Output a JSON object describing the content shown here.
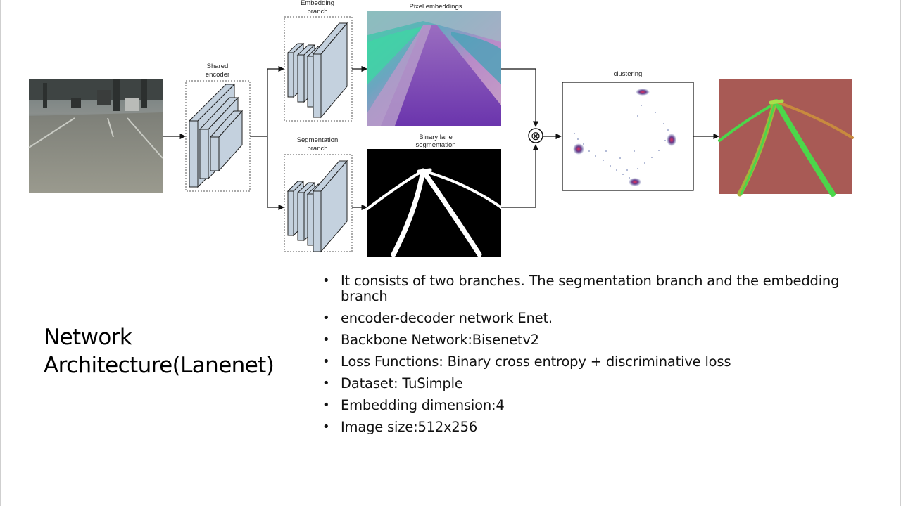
{
  "slide": {
    "title_lines": [
      "Network",
      "Architecture(Lanenet)"
    ],
    "bullets": [
      "It consists of two branches. The segmentation branch and the embedding branch",
      "encoder-decoder network Enet.",
      "Backbone Network:Bisenetv2",
      "Loss Functions: Binary cross entropy + discriminative loss",
      "Dataset: TuSimple",
      "Embedding dimension:4",
      "Image size:512x256"
    ]
  },
  "diagram": {
    "shared_encoder_label": [
      "Shared",
      "encoder"
    ],
    "embedding_branch_label": [
      "Embedding",
      "branch"
    ],
    "segmentation_branch_label": [
      "Segmentation",
      "branch"
    ],
    "pixel_embeddings_label": "Pixel embeddings",
    "binary_segmentation_label": [
      "Binary lane",
      "segmentation"
    ],
    "clustering_label": "clustering",
    "combine_operator": "⊗",
    "colors": {
      "layer_fill": "#c4d1de",
      "output_background": "#a85a55",
      "lane_green": "#4cd64a",
      "lane_yellow": "#a6b23a",
      "lane_orange": "#c88a3e",
      "embedding_purple": "#7a3fb0",
      "embedding_teal": "#3fd6a4",
      "cluster_red": "#e0305a",
      "cluster_blue": "#2a3a8a"
    }
  }
}
